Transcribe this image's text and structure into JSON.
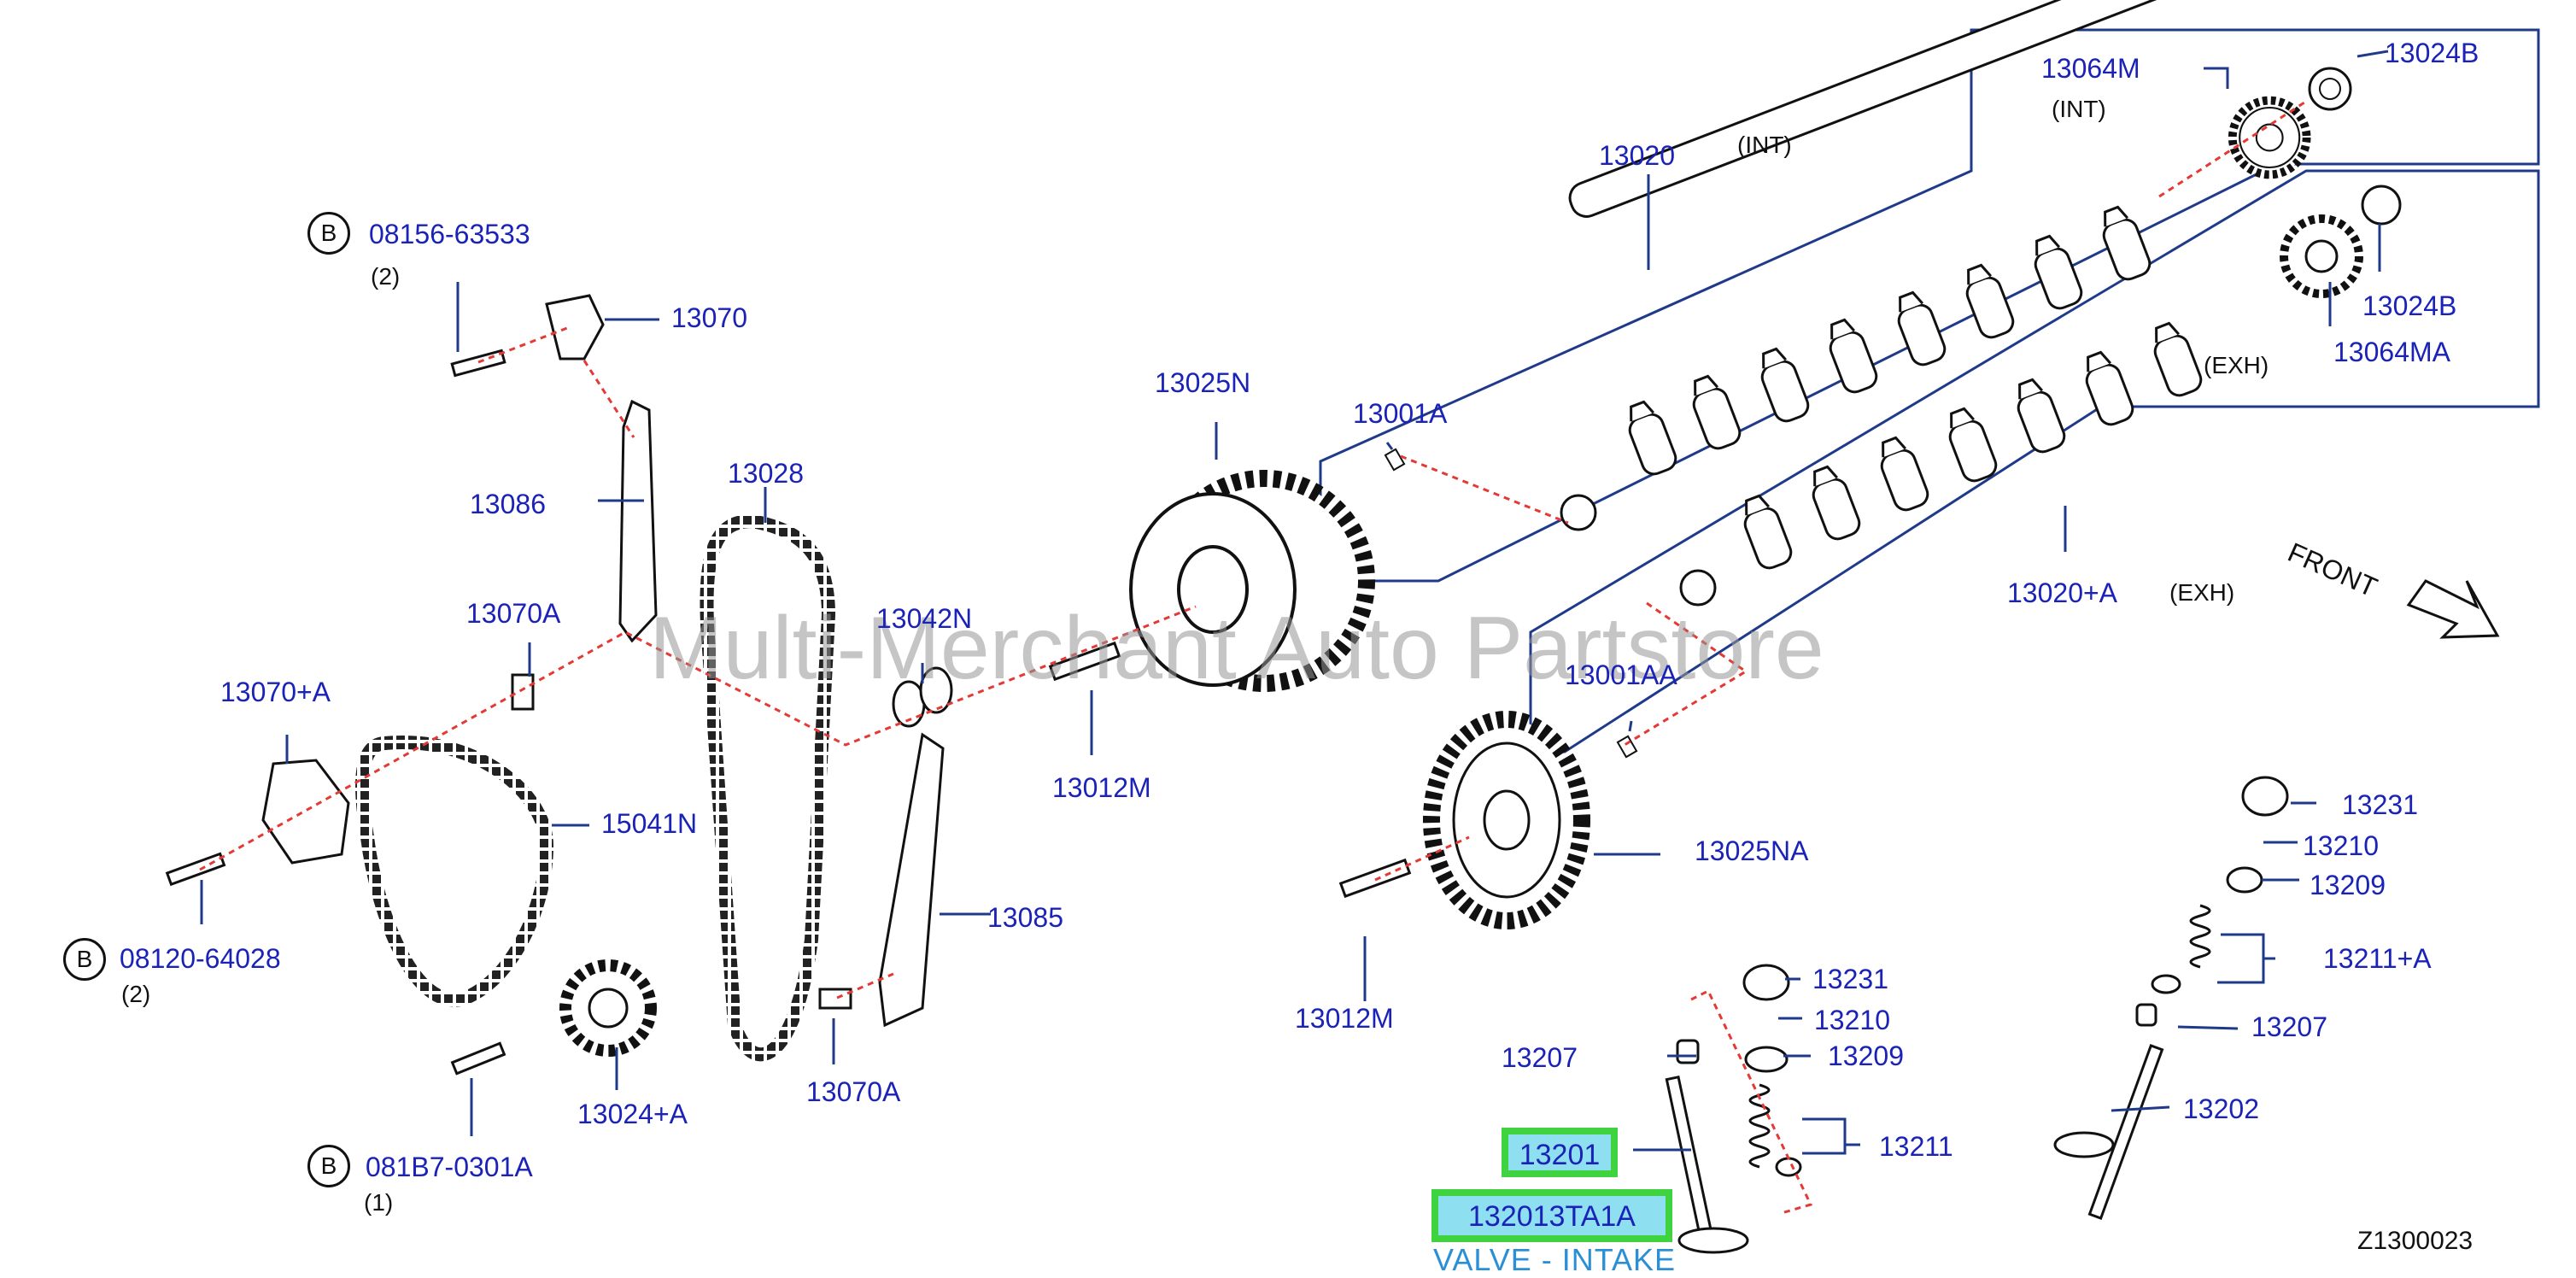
{
  "labels": {
    "p13020": "13020",
    "p13020_int": "(INT)",
    "p13064m": "13064M",
    "p13064m_int": "(INT)",
    "p13024b_top": "13024B",
    "p13024b_mid": "13024B",
    "p13064ma": "13064MA",
    "p13064ma_exh": "(EXH)",
    "p13001a": "13001A",
    "p13020a": "13020+A",
    "p13020a_exh": "(EXH)",
    "p13001aa": "13001AA",
    "p13025n": "13025N",
    "p13025na": "13025NA",
    "p13028": "13028",
    "p13042n": "13042N",
    "p13012m_top": "13012M",
    "p13012m_bot": "13012M",
    "p13070": "13070",
    "p08156": "08156-63533",
    "p08156_qty": "(2)",
    "p13086": "13086",
    "p13070a_top": "13070A",
    "p13070a_bot": "13070A",
    "p13070plusa": "13070+A",
    "p15041n": "15041N",
    "p13085": "13085",
    "p08120": "08120-64028",
    "p08120_qty": "(2)",
    "p13024plusa": "13024+A",
    "p081b7": "081B7-0301A",
    "p081b7_qty": "(1)",
    "p13231_r": "13231",
    "p13210_r": "13210",
    "p13209_r": "13209",
    "p13211a": "13211+A",
    "p13207_r": "13207",
    "p13202": "13202",
    "p13231_l": "13231",
    "p13210_l": "13210",
    "p13209_l": "13209",
    "p13207_l": "13207",
    "p13211": "13211",
    "p13201": "13201",
    "p132013ta1a": "132013TA1A",
    "valve_desc": "VALVE - INTAKE",
    "bolt_b": "B",
    "front": "FRONT",
    "ref_code": "Z1300023"
  },
  "watermark": "Multi-Merchant Auto Partstore",
  "colors": {
    "label": "#1a22b8",
    "leader": "#1f3a8a",
    "dashed": "#e53935",
    "highlight_border": "#3fd33f",
    "highlight_fill": "#8ee0f0",
    "description": "#2b8fd6"
  }
}
